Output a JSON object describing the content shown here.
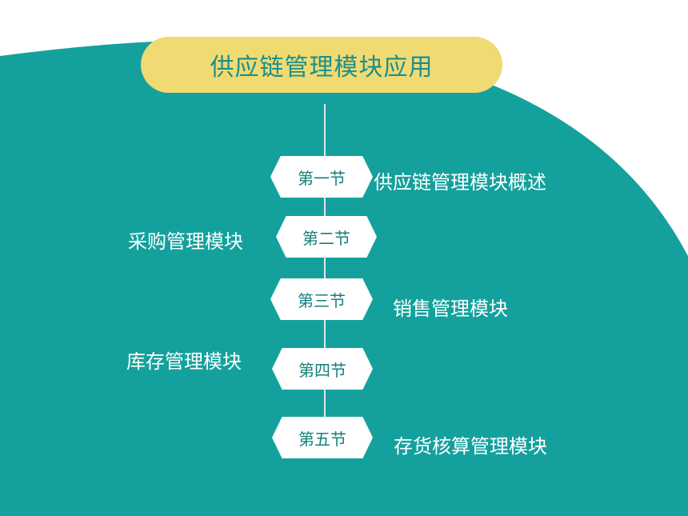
{
  "colors": {
    "teal": "#14a19d",
    "yellow": "#f0da72",
    "title_text": "#1b8f8c",
    "line": "#e6e6e6"
  },
  "title": "供应链管理模块应用",
  "sections": [
    {
      "badge": "第一节",
      "label": "供应链管理模块概述",
      "side": "right"
    },
    {
      "badge": "第二节",
      "label": "采购管理模块",
      "side": "left"
    },
    {
      "badge": "第三节",
      "label": "销售管理模块",
      "side": "right"
    },
    {
      "badge": "第四节",
      "label": "库存管理模块",
      "side": "left"
    },
    {
      "badge": "第五节",
      "label": "存货核算管理模块",
      "side": "right"
    }
  ]
}
